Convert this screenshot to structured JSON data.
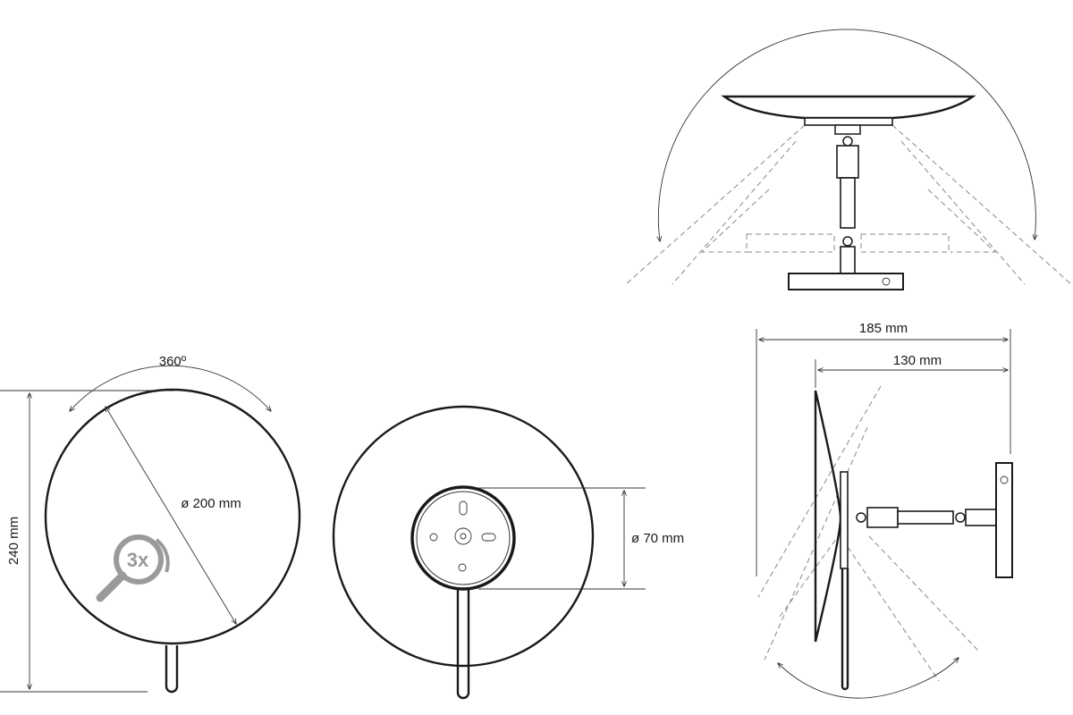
{
  "labels": {
    "rotation": "360º",
    "height": "240 mm",
    "mirror_diameter": "ø 200 mm",
    "base_diameter": "ø 70 mm",
    "depth_total": "185 mm",
    "depth_arm": "130 mm",
    "magnification": "3x"
  },
  "icons": {
    "magnifier": "magnifier-icon"
  },
  "colors": {
    "line": "#1a1a1a",
    "dashed": "#888888",
    "badge": "#9a9a9a"
  }
}
